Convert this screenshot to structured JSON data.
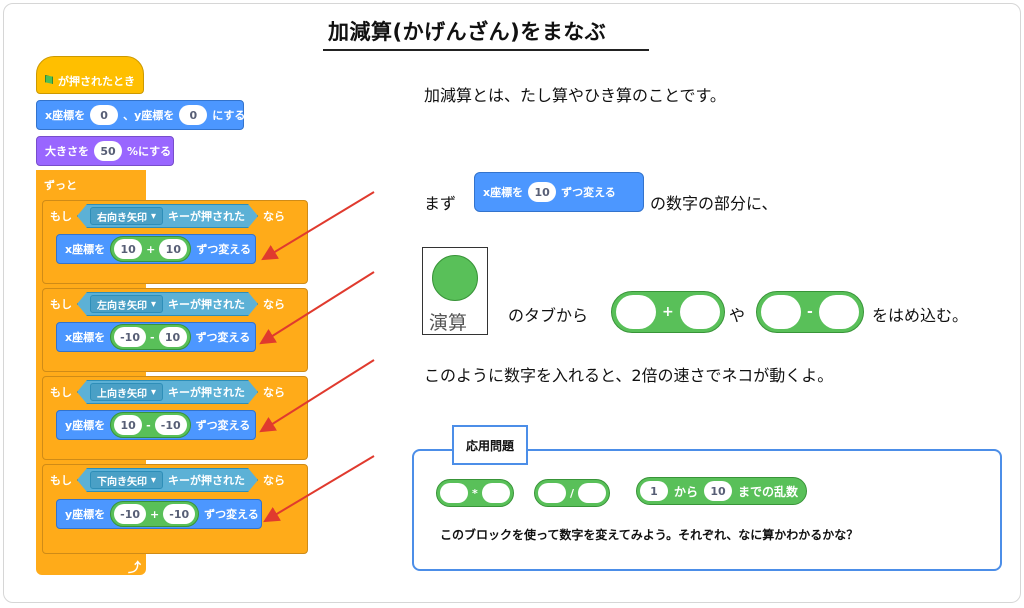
{
  "title": "加減算(かげんざん)をまなぶ",
  "script": {
    "hat": {
      "flag_icon": "green-flag-icon",
      "label": "が押されたとき"
    },
    "goto": {
      "x_label": "x座標を",
      "x_value": "0",
      "sep": "、y座標を",
      "y_value": "0",
      "suffix": "にする"
    },
    "size": {
      "label": "大きさを",
      "value": "50",
      "suffix": "%にする"
    },
    "forever": {
      "label": "ずっと"
    },
    "ifs": [
      {
        "if_label": "もし",
        "key": "右向き矢印",
        "pressed": "キーが押された",
        "then": "なら",
        "change_label": "x座標を",
        "a": "10",
        "op": "+",
        "b": "10",
        "change_suffix": "ずつ変える"
      },
      {
        "if_label": "もし",
        "key": "左向き矢印",
        "pressed": "キーが押された",
        "then": "なら",
        "change_label": "x座標を",
        "a": "-10",
        "op": "-",
        "b": "10",
        "change_suffix": "ずつ変える"
      },
      {
        "if_label": "もし",
        "key": "上向き矢印",
        "pressed": "キーが押された",
        "then": "なら",
        "change_label": "y座標を",
        "a": "10",
        "op": "-",
        "b": "-10",
        "change_suffix": "ずつ変える"
      },
      {
        "if_label": "もし",
        "key": "下向き矢印",
        "pressed": "キーが押された",
        "then": "なら",
        "change_label": "y座標を",
        "a": "-10",
        "op": "+",
        "b": "-10",
        "change_suffix": "ずつ変える"
      }
    ],
    "loop_icon": "loop-arrow-icon"
  },
  "explain": {
    "line1": "加減算とは、たし算やひき算のことです。",
    "line2_prefix": "まず",
    "line2_block": {
      "label": "x座標を",
      "value": "10",
      "suffix": "ずつ変える"
    },
    "line2_suffix": "の数字の部分に、",
    "tab_label": "演算",
    "line3_a": "のタブから",
    "op_plus": "+",
    "line3_ya": "や",
    "op_minus": "-",
    "line3_b": "をはめ込む。",
    "line4": "このように数字を入れると、2倍の速さでネコが動くよ。"
  },
  "applied": {
    "label": "応用問題",
    "op_mul": "*",
    "op_div": "/",
    "random": {
      "from": "1",
      "kara": "から",
      "to": "10",
      "suffix": "までの乱数"
    },
    "question": "このブロックを使って数字を変えてみよう。それぞれ、なに算かわかるかな？"
  }
}
